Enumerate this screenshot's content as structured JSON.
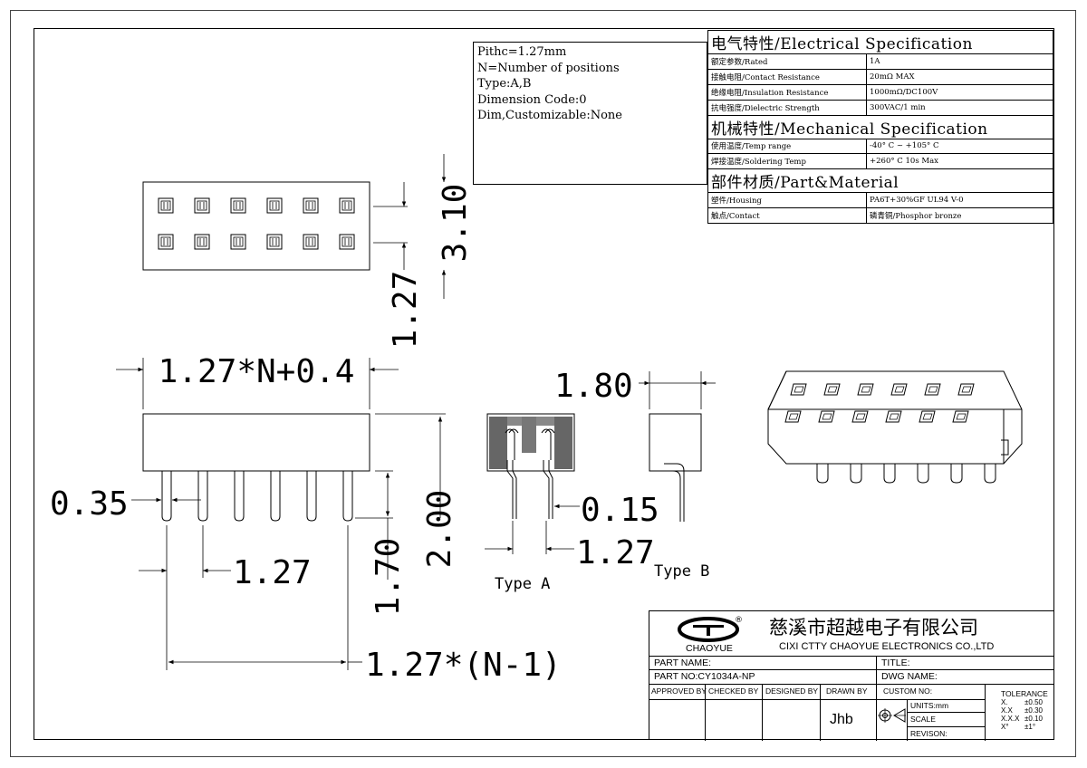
{
  "notes": [
    "Pithc=1.27mm",
    "N=Number of positions",
    "Type:A,B",
    "Dimension Code:0",
    "Dim,Customizable:None"
  ],
  "spec": {
    "electrical_header": "电气特性/Electrical Specification",
    "electrical_rows": [
      {
        "label": "额定参数/Rated",
        "value": "1A"
      },
      {
        "label": "接触电阻/Contact Resistance",
        "value": "20mΩ MAX"
      },
      {
        "label": "绝缘电阻/Insulation Resistance",
        "value": "1000mΩ/DC100V"
      },
      {
        "label": "抗电强度/Dielectric Strength",
        "value": "300VAC/1 min"
      }
    ],
    "mechanical_header": "机械特性/Mechanical Specification",
    "mechanical_rows": [
      {
        "label": "使用温度/Temp range",
        "value": "-40° C ~ +105° C"
      },
      {
        "label": "焊接温度/Soldering Temp",
        "value": "+260° C  10s Max"
      }
    ],
    "material_header": "部件材质/Part&Material",
    "material_rows": [
      {
        "label": "塑件/Housing",
        "value": "PA6T+30%GF  UL94  V-0"
      },
      {
        "label": "触点/Contact",
        "value": "磷青铜/Phosphor bronze"
      }
    ]
  },
  "dimensions": {
    "row_spacing": "3.10",
    "pitch_vertical": "1.27",
    "overall_length": "1.27*N+0.4",
    "pin_width": "0.35",
    "pitch": "1.27",
    "pin_length": "1.70",
    "body_height": "2.00",
    "pin_span": "1.27*(N-1)",
    "body_width": "1.80",
    "pin_thickness": "0.15",
    "pitch_side": "1.27"
  },
  "views": {
    "type_a": "Type A",
    "type_b": "Type B"
  },
  "title_block": {
    "logo_text": "CHAOYUE",
    "company_cn": "慈溪市超越电子有限公司",
    "company_en": "CIXI CTTY CHAOYUE ELECTRONICS CO.,LTD",
    "part_name_label": "PART NAME:",
    "title_label": "TITLE:",
    "part_no_label": "PART NO:CY1034A-NP",
    "dwg_name_label": "DWG NAME:",
    "approved_by": "APPROVED BY",
    "checked_by": "CHECKED BY",
    "designed_by": "DESIGNED BY",
    "drawn_by": "DRAWN BY",
    "drawn_by_value": "Jhb",
    "custom_no": "CUSTOM NO:",
    "units": "UNITS:mm",
    "scale": "SCALE",
    "revision": "REVISON:",
    "tolerance_title": "TOLERANCE",
    "tolerances": [
      {
        "k": "X.",
        "v": "±0.50"
      },
      {
        "k": "X.X",
        "v": "±0.30"
      },
      {
        "k": "X.X.X",
        "v": "±0.10"
      },
      {
        "k": "X°",
        "v": "±1°"
      }
    ]
  }
}
